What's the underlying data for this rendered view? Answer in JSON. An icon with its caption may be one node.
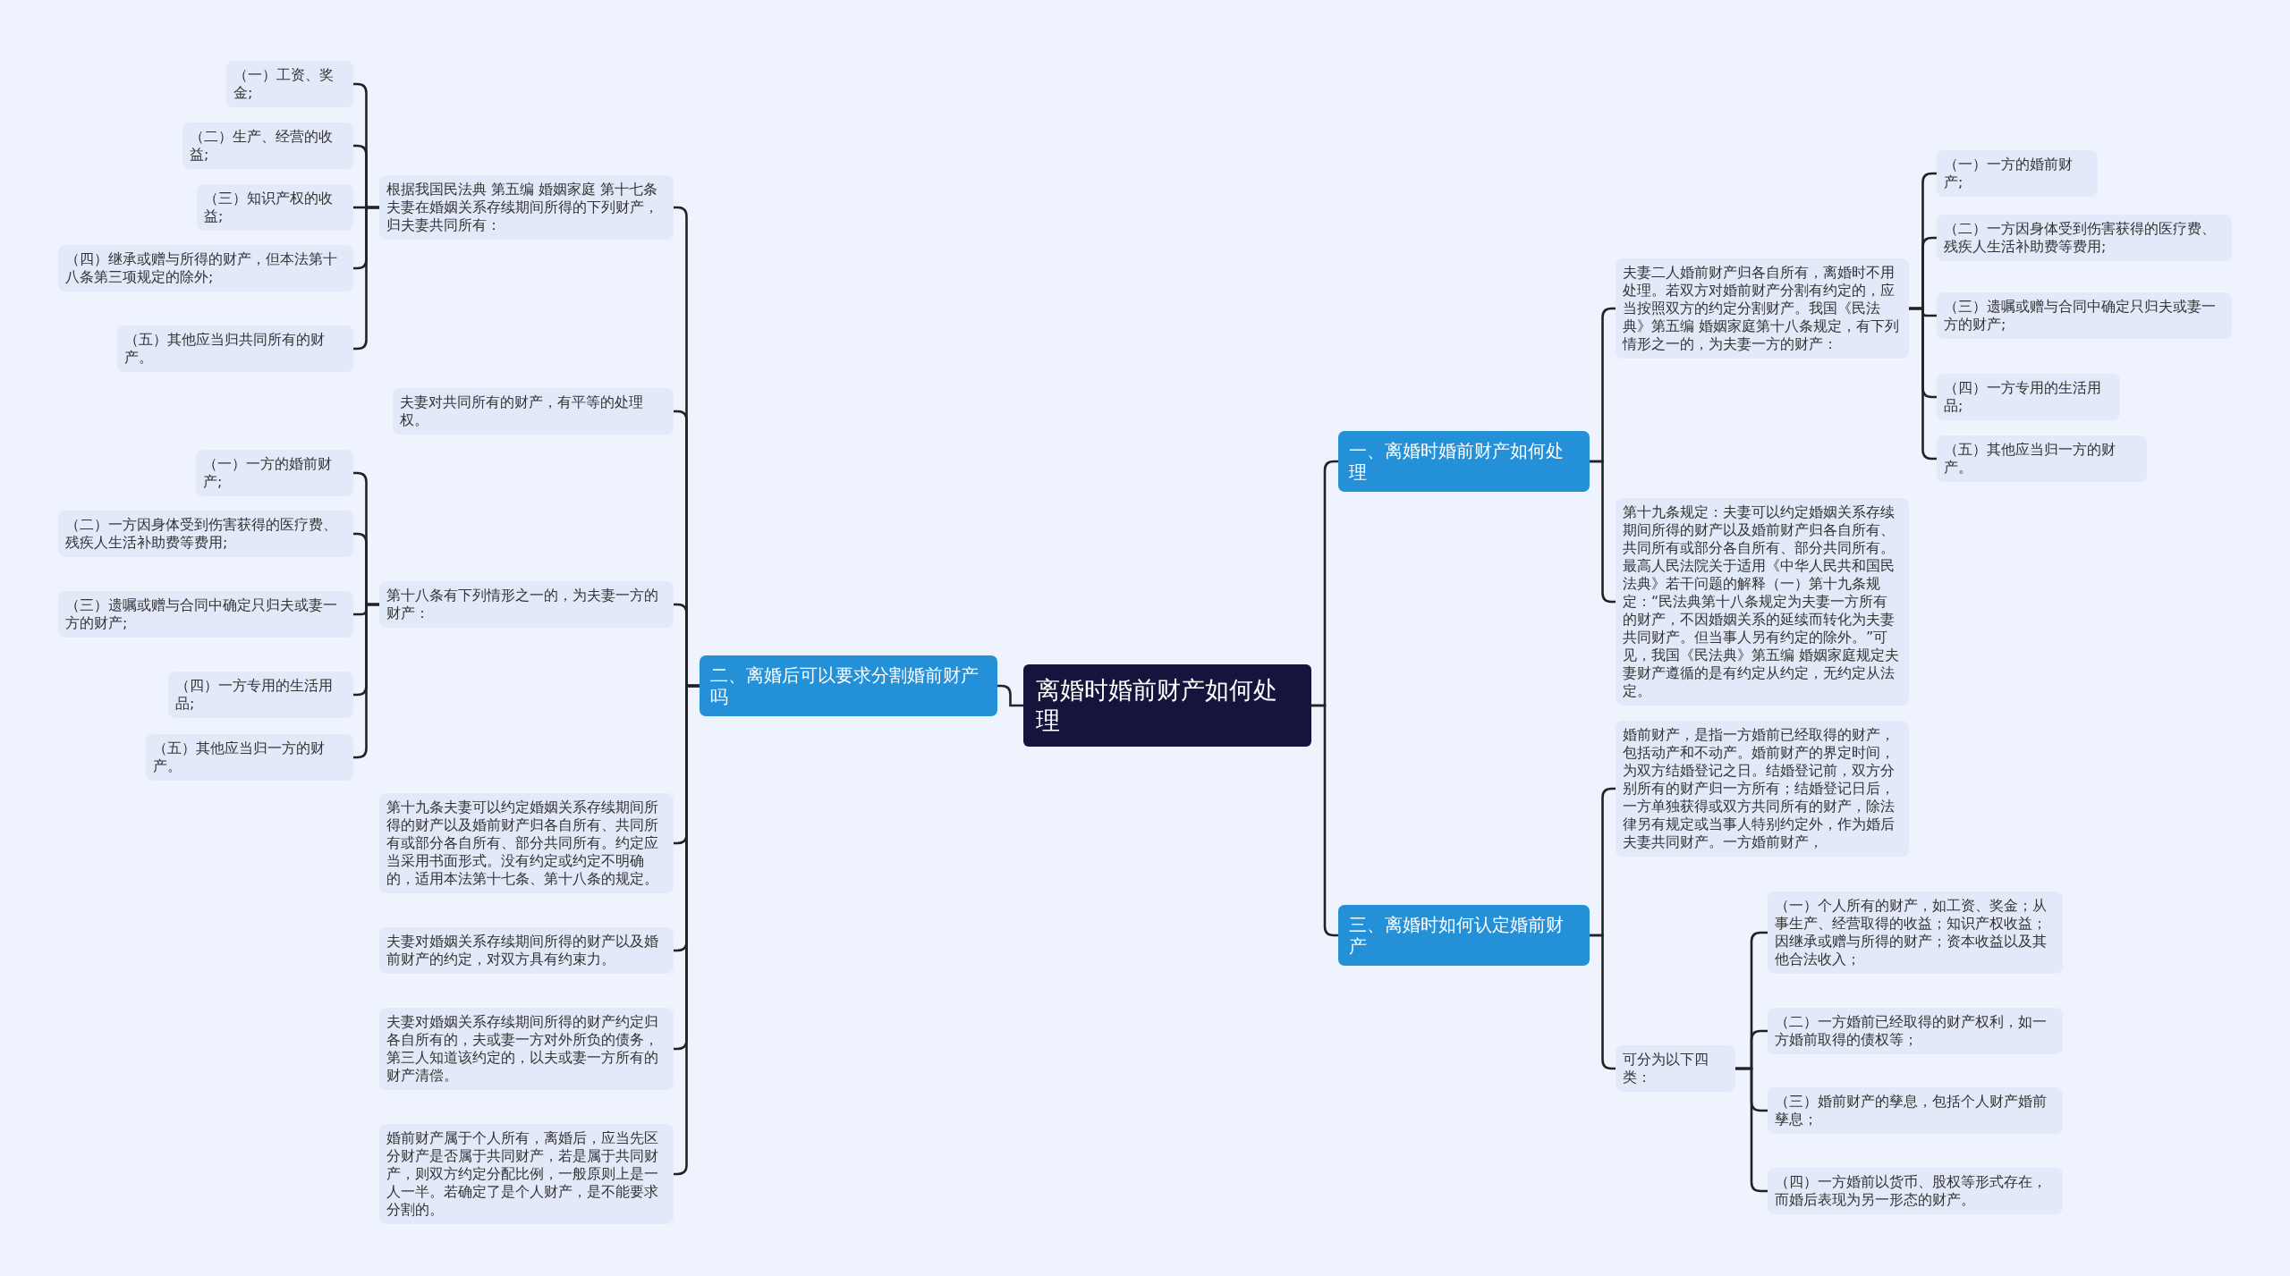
{
  "diagram": {
    "nodes": [
      {
        "text": [
          "离婚时婚前财产如何处理"
        ]
      },
      {
        "text": [
          "一、离婚时婚前财产如何处理"
        ]
      },
      {
        "text": [
          "夫妻二人婚前财产归各自所有，离婚时不用处理。若双方对婚前财产分割有约定的，应当按照双方的约定分割财产。我国《民法典》第五编 婚姻家庭第十八条规定，有下列情形之一的，为夫妻一方的财产："
        ]
      },
      {
        "text": [
          "（一）一方的婚前财产;"
        ]
      },
      {
        "text": [
          "（二）一方因身体受到伤害获得的医疗费、残疾人生活补助费等费用;"
        ]
      },
      {
        "text": [
          "（三）遗嘱或赠与合同中确定只归夫或妻一方的财产;"
        ]
      },
      {
        "text": [
          "（四）一方专用的生活用品;"
        ]
      },
      {
        "text": [
          "（五）其他应当归一方的财产。"
        ]
      },
      {
        "text": [
          "第十九条规定：夫妻可以约定婚姻关系存续期间所得的财产以及婚前财产归各自所有、共同所有或部分各自所有、部分共同所有。最高人民法院关于适用《中华人民共和国民法典》若干问题的解释（一）第十九条规定：“民法典第十八条规定为夫妻一方所有的财产，不因婚姻关系的延续而转化为夫妻共同财产。但当事人另有约定的除外。”可见，我国《民法典》第五编 婚姻家庭规定夫妻财产遵循的是有约定从约定，无约定从法定。"
        ]
      },
      {
        "text": [
          "三、离婚时如何认定婚前财产"
        ]
      },
      {
        "text": [
          "婚前财产，是指一方婚前已经取得的财产，包括动产和不动产。婚前财产的界定时间，为双方结婚登记之日。结婚登记前，双方分别所有的财产归一方所有；结婚登记日后，一方单独获得或双方共同所有的财产，除法律另有规定或当事人特别约定外，作为婚后夫妻共同财产。一方婚前财产，"
        ]
      },
      {
        "text": [
          "可分为以下四类："
        ]
      },
      {
        "text": [
          "（一）个人所有的财产，如工资、奖金；从事生产、经营取得的收益；知识产权收益；因继承或赠与所得的财产；资本收益以及其他合法收入；"
        ]
      },
      {
        "text": [
          "（二）一方婚前已经取得的财产权利，如一方婚前取得的债权等；"
        ]
      },
      {
        "text": [
          "（三）婚前财产的孳息，包括个人财产婚前孳息；"
        ]
      },
      {
        "text": [
          "（四）一方婚前以货币、股权等形式存在，而婚后表现为另一形态的财产。"
        ]
      },
      {
        "text": [
          "二、离婚后可以要求分割婚前财产吗"
        ]
      },
      {
        "text": [
          "根据我国民法典 第五编 婚姻家庭 第十七条夫妻在婚姻关系存续期间所得的下列财产，归夫妻共同所有："
        ]
      },
      {
        "text": [
          "（一）工资、奖金;"
        ]
      },
      {
        "text": [
          "（二）生产、经营的收益;"
        ]
      },
      {
        "text": [
          "（三）知识产权的收益;"
        ]
      },
      {
        "text": [
          "（四）继承或赠与所得的财产，但本法第十八条第三项规定的除外;"
        ]
      },
      {
        "text": [
          "（五）其他应当归共同所有的财产。"
        ]
      },
      {
        "text": [
          "夫妻对共同所有的财产，有平等的处理权。"
        ]
      },
      {
        "text": [
          "第十八条有下列情形之一的，为夫妻一方的财产："
        ]
      },
      {
        "text": [
          "（一）一方的婚前财产;"
        ]
      },
      {
        "text": [
          "（二）一方因身体受到伤害获得的医疗费、残疾人生活补助费等费用;"
        ]
      },
      {
        "text": [
          "（三）遗嘱或赠与合同中确定只归夫或妻一方的财产;"
        ]
      },
      {
        "text": [
          "（四）一方专用的生活用品;"
        ]
      },
      {
        "text": [
          "（五）其他应当归一方的财产。"
        ]
      },
      {
        "text": [
          "第十九条夫妻可以约定婚姻关系存续期间所得的财产以及婚前财产归各自所有、共同所有或部分各自所有、部分共同所有。约定应当采用书面形式。没有约定或约定不明确的，适用本法第十七条、第十八条的规定。"
        ]
      },
      {
        "text": [
          "夫妻对婚姻关系存续期间所得的财产以及婚前财产的约定，对双方具有约束力。"
        ]
      },
      {
        "text": [
          "夫妻对婚姻关系存续期间所得的财产约定归各自所有的，夫或妻一方对外所负的债务，第三人知道该约定的，以夫或妻一方所有的财产清偿。"
        ]
      },
      {
        "text": [
          "婚前财产属于个人所有，离婚后，应当先区分财产是否属于共同财产，若是属于共同财产，则双方约定分配比例，一般原则上是一人一半。若确定了是个人财产，是不能要求分割的。"
        ]
      }
    ],
    "edges": [
      {
        "from": 0,
        "to": 1,
        "arrow": "none"
      },
      {
        "from": 0,
        "to": 9,
        "arrow": "none"
      },
      {
        "from": 0,
        "to": 16,
        "arrow": "none"
      },
      {
        "from": 1,
        "to": 2,
        "arrow": "none"
      },
      {
        "from": 1,
        "to": 8,
        "arrow": "none"
      },
      {
        "from": 2,
        "to": 3,
        "arrow": "none"
      },
      {
        "from": 2,
        "to": 4,
        "arrow": "none"
      },
      {
        "from": 2,
        "to": 5,
        "arrow": "none"
      },
      {
        "from": 2,
        "to": 6,
        "arrow": "none"
      },
      {
        "from": 2,
        "to": 7,
        "arrow": "none"
      },
      {
        "from": 9,
        "to": 10,
        "arrow": "none"
      },
      {
        "from": 9,
        "to": 11,
        "arrow": "none"
      },
      {
        "from": 11,
        "to": 12,
        "arrow": "none"
      },
      {
        "from": 11,
        "to": 13,
        "arrow": "none"
      },
      {
        "from": 11,
        "to": 14,
        "arrow": "none"
      },
      {
        "from": 11,
        "to": 15,
        "arrow": "none"
      },
      {
        "from": 16,
        "to": 17,
        "arrow": "none"
      },
      {
        "from": 16,
        "to": 23,
        "arrow": "none"
      },
      {
        "from": 16,
        "to": 24,
        "arrow": "none"
      },
      {
        "from": 16,
        "to": 30,
        "arrow": "none"
      },
      {
        "from": 16,
        "to": 31,
        "arrow": "none"
      },
      {
        "from": 16,
        "to": 32,
        "arrow": "none"
      },
      {
        "from": 16,
        "to": 33,
        "arrow": "none"
      },
      {
        "from": 17,
        "to": 18,
        "arrow": "none"
      },
      {
        "from": 17,
        "to": 19,
        "arrow": "none"
      },
      {
        "from": 17,
        "to": 20,
        "arrow": "none"
      },
      {
        "from": 17,
        "to": 21,
        "arrow": "none"
      },
      {
        "from": 17,
        "to": 22,
        "arrow": "none"
      },
      {
        "from": 24,
        "to": 25,
        "arrow": "none"
      },
      {
        "from": 24,
        "to": 26,
        "arrow": "none"
      },
      {
        "from": 24,
        "to": 27,
        "arrow": "none"
      },
      {
        "from": 24,
        "to": 28,
        "arrow": "none"
      },
      {
        "from": 24,
        "to": 29,
        "arrow": "none"
      }
    ]
  }
}
